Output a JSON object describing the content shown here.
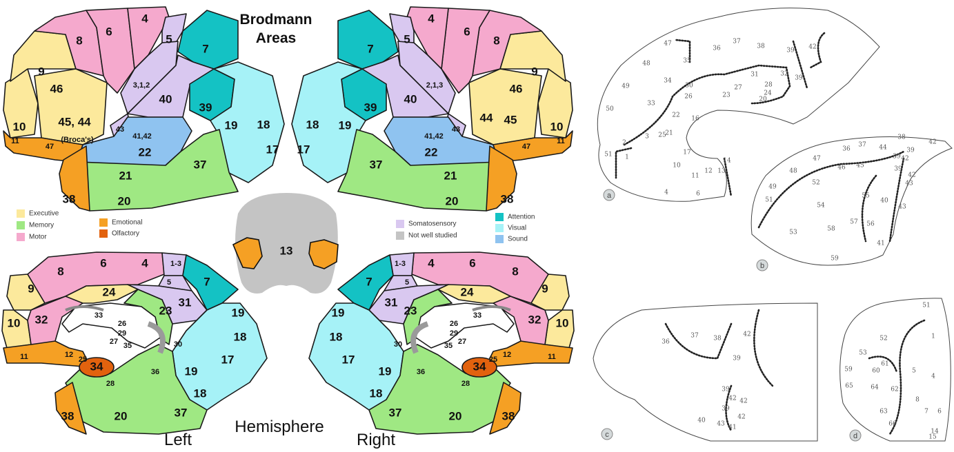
{
  "title": {
    "line1": "Brodmann",
    "line2": "Areas"
  },
  "footer": {
    "left": "Left",
    "hemisphere": "Hemisphere",
    "right": "Right"
  },
  "colors": {
    "executive": "#fce99c",
    "memory": "#9fe883",
    "motor": "#f5a9cd",
    "emotional": "#f5a024",
    "olfactory": "#e2620e",
    "somatosensory": "#d9c8f0",
    "not_studied": "#c4c4c4",
    "attention": "#14c2c4",
    "visual": "#a6f2f7",
    "sound": "#8fc3f0"
  },
  "legend": [
    {
      "label": "Executive",
      "color": "#fce99c"
    },
    {
      "label": "Memory",
      "color": "#9fe883"
    },
    {
      "label": "Motor",
      "color": "#f5a9cd"
    },
    {
      "label": "Emotional",
      "color": "#f5a024"
    },
    {
      "label": "Olfactory",
      "color": "#e2620e"
    },
    {
      "label": "Somatosensory",
      "color": "#d9c8f0"
    },
    {
      "label": "Not well studied",
      "color": "#c4c4c4"
    },
    {
      "label": "Attention",
      "color": "#14c2c4"
    },
    {
      "label": "Visual",
      "color": "#a6f2f7"
    },
    {
      "label": "Sound",
      "color": "#8fc3f0"
    }
  ],
  "lateral_left": [
    "9",
    "10",
    "46",
    "45, 44",
    "(Broca's)",
    "8",
    "6",
    "4",
    "5",
    "3,1,2",
    "7",
    "40",
    "39",
    "19",
    "18",
    "17",
    "43",
    "41,42",
    "22",
    "11",
    "47",
    "38",
    "21",
    "37",
    "20"
  ],
  "lateral_right": [
    "9",
    "10",
    "46",
    "44",
    "45",
    "8",
    "6",
    "4",
    "5",
    "2,1,3",
    "7",
    "40",
    "39",
    "19",
    "18",
    "17",
    "43",
    "41,42",
    "22",
    "11",
    "47",
    "38",
    "21",
    "37",
    "20"
  ],
  "medial_left": [
    "8",
    "6",
    "4",
    "1-3",
    "5",
    "7",
    "24",
    "9",
    "31",
    "23",
    "33",
    "32",
    "10",
    "26",
    "29",
    "30",
    "27",
    "35",
    "19",
    "18",
    "17",
    "19",
    "18",
    "11",
    "12",
    "25",
    "34",
    "36",
    "28",
    "38",
    "20",
    "37"
  ],
  "medial_right": [
    "8",
    "6",
    "4",
    "1-3",
    "5",
    "7",
    "24",
    "9",
    "31",
    "23",
    "33",
    "32",
    "10",
    "26",
    "29",
    "30",
    "27",
    "35",
    "19",
    "18",
    "17",
    "19",
    "18",
    "11",
    "12",
    "25",
    "34",
    "36",
    "28",
    "38",
    "20",
    "37"
  ],
  "coronal": {
    "label": "13"
  },
  "panels": [
    {
      "tag": "a",
      "labels": [
        "47",
        "36",
        "37",
        "38",
        "39",
        "42",
        "48",
        "35",
        "49",
        "34",
        "30",
        "31",
        "32",
        "39",
        "27",
        "28",
        "26",
        "23",
        "24",
        "20",
        "33",
        "50",
        "16",
        "22",
        "3",
        "25",
        "21",
        "2",
        "51",
        "1",
        "10",
        "17",
        "11",
        "12",
        "13",
        "14",
        "4",
        "6"
      ]
    },
    {
      "tag": "b",
      "labels": [
        "36",
        "37",
        "38",
        "42",
        "44",
        "39",
        "47",
        "46",
        "45",
        "39",
        "42",
        "39",
        "42",
        "48",
        "43",
        "52",
        "49",
        "55",
        "40",
        "43",
        "54",
        "51",
        "57",
        "56",
        "53",
        "58",
        "59",
        "41"
      ]
    },
    {
      "tag": "c",
      "labels": [
        "36",
        "37",
        "38",
        "42",
        "39",
        "39",
        "42",
        "39",
        "42",
        "40",
        "42",
        "43",
        "41"
      ]
    },
    {
      "tag": "d",
      "labels": [
        "51",
        "1",
        "52",
        "53",
        "61",
        "5",
        "4",
        "59",
        "60",
        "65",
        "64",
        "62",
        "8",
        "7",
        "6",
        "63",
        "66",
        "14",
        "15"
      ]
    }
  ]
}
